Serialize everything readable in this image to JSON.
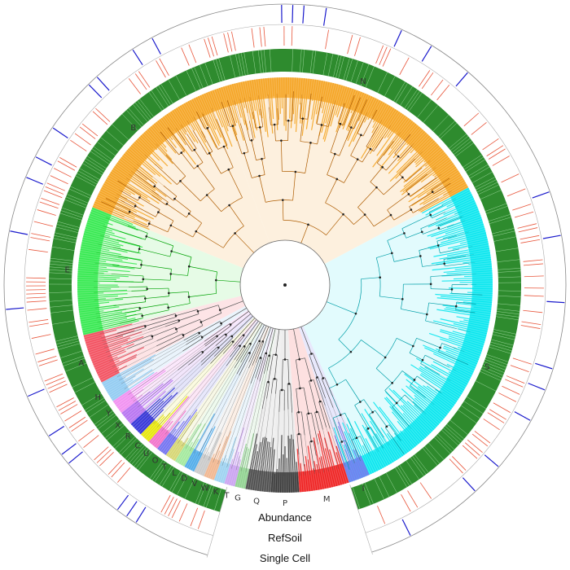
{
  "diagram": {
    "type": "circular-phylogenetic-tree",
    "ring_labels": [
      {
        "key": "abundance",
        "text": "Abundance"
      },
      {
        "key": "refsoil",
        "text": "RefSoil"
      },
      {
        "key": "single_cell",
        "text": "Single Cell"
      }
    ],
    "colors": {
      "abundance_ring": "#2e8b2e",
      "refsoil_marks": "#e8553a",
      "single_cell_marks": "#1a1acc",
      "tree_lines": "#555555"
    },
    "clades": [
      {
        "letter": "N",
        "color": "#f4a21c",
        "shade": "#fdf0de"
      },
      {
        "letter": "B",
        "color": "#f4a21c",
        "shade": "#fdf0de"
      },
      {
        "letter": "S",
        "color": "#00e5ee",
        "shade": "#e2fbfd"
      },
      {
        "letter": "E",
        "color": "#2ee84a",
        "shade": "#e6fbe6"
      },
      {
        "letter": "A",
        "color": "#f24a5a",
        "shade": "#fde4e6"
      },
      {
        "letter": "H",
        "color": "#8ec9f2",
        "shade": "#eaf4fc"
      },
      {
        "letter": "Y",
        "color": "#f08cf0",
        "shade": "#fbe8fb"
      },
      {
        "letter": "X",
        "color": "#b46ef0",
        "shade": "#f2e6fc"
      },
      {
        "letter": "R",
        "color": "#2b2bd6",
        "shade": "#e4e4fa"
      },
      {
        "letter": "C",
        "color": "#e6e600",
        "shade": "#fbfbe0"
      },
      {
        "letter": "U",
        "color": "#f06ec8",
        "shade": "#fce6f6"
      },
      {
        "letter": "O",
        "color": "#6e6ef0",
        "shade": "#e8e8fc"
      },
      {
        "letter": "T",
        "color": "#d4d46e",
        "shade": "#f8f8e6"
      },
      {
        "letter": "L",
        "color": "#a0e89a",
        "shade": "#eefaee"
      },
      {
        "letter": "D",
        "color": "#4aa8e8",
        "shade": "#e6f2fc"
      },
      {
        "letter": "V",
        "color": "#c8c8c8",
        "shade": "#f4f4f4"
      },
      {
        "letter": "W",
        "color": "#f0b48c",
        "shade": "#fcefe6"
      },
      {
        "letter": "K",
        "color": "#9ad0f0",
        "shade": "#ecf6fc"
      },
      {
        "letter": "T",
        "color": "#c8a0f0",
        "shade": "#f4ecfc"
      },
      {
        "letter": "G",
        "color": "#8cd08c",
        "shade": "#eef8ee"
      },
      {
        "letter": "Q",
        "color": "#444444",
        "shade": "#f0f0f0"
      },
      {
        "letter": "P",
        "color": "#333333",
        "shade": "#eeeeee"
      },
      {
        "letter": "M",
        "color": "#ee1a1a",
        "shade": "#fde0e0"
      },
      {
        "letter": "I",
        "color": "#7a7af0",
        "shade": "#e8e8fc"
      }
    ]
  }
}
